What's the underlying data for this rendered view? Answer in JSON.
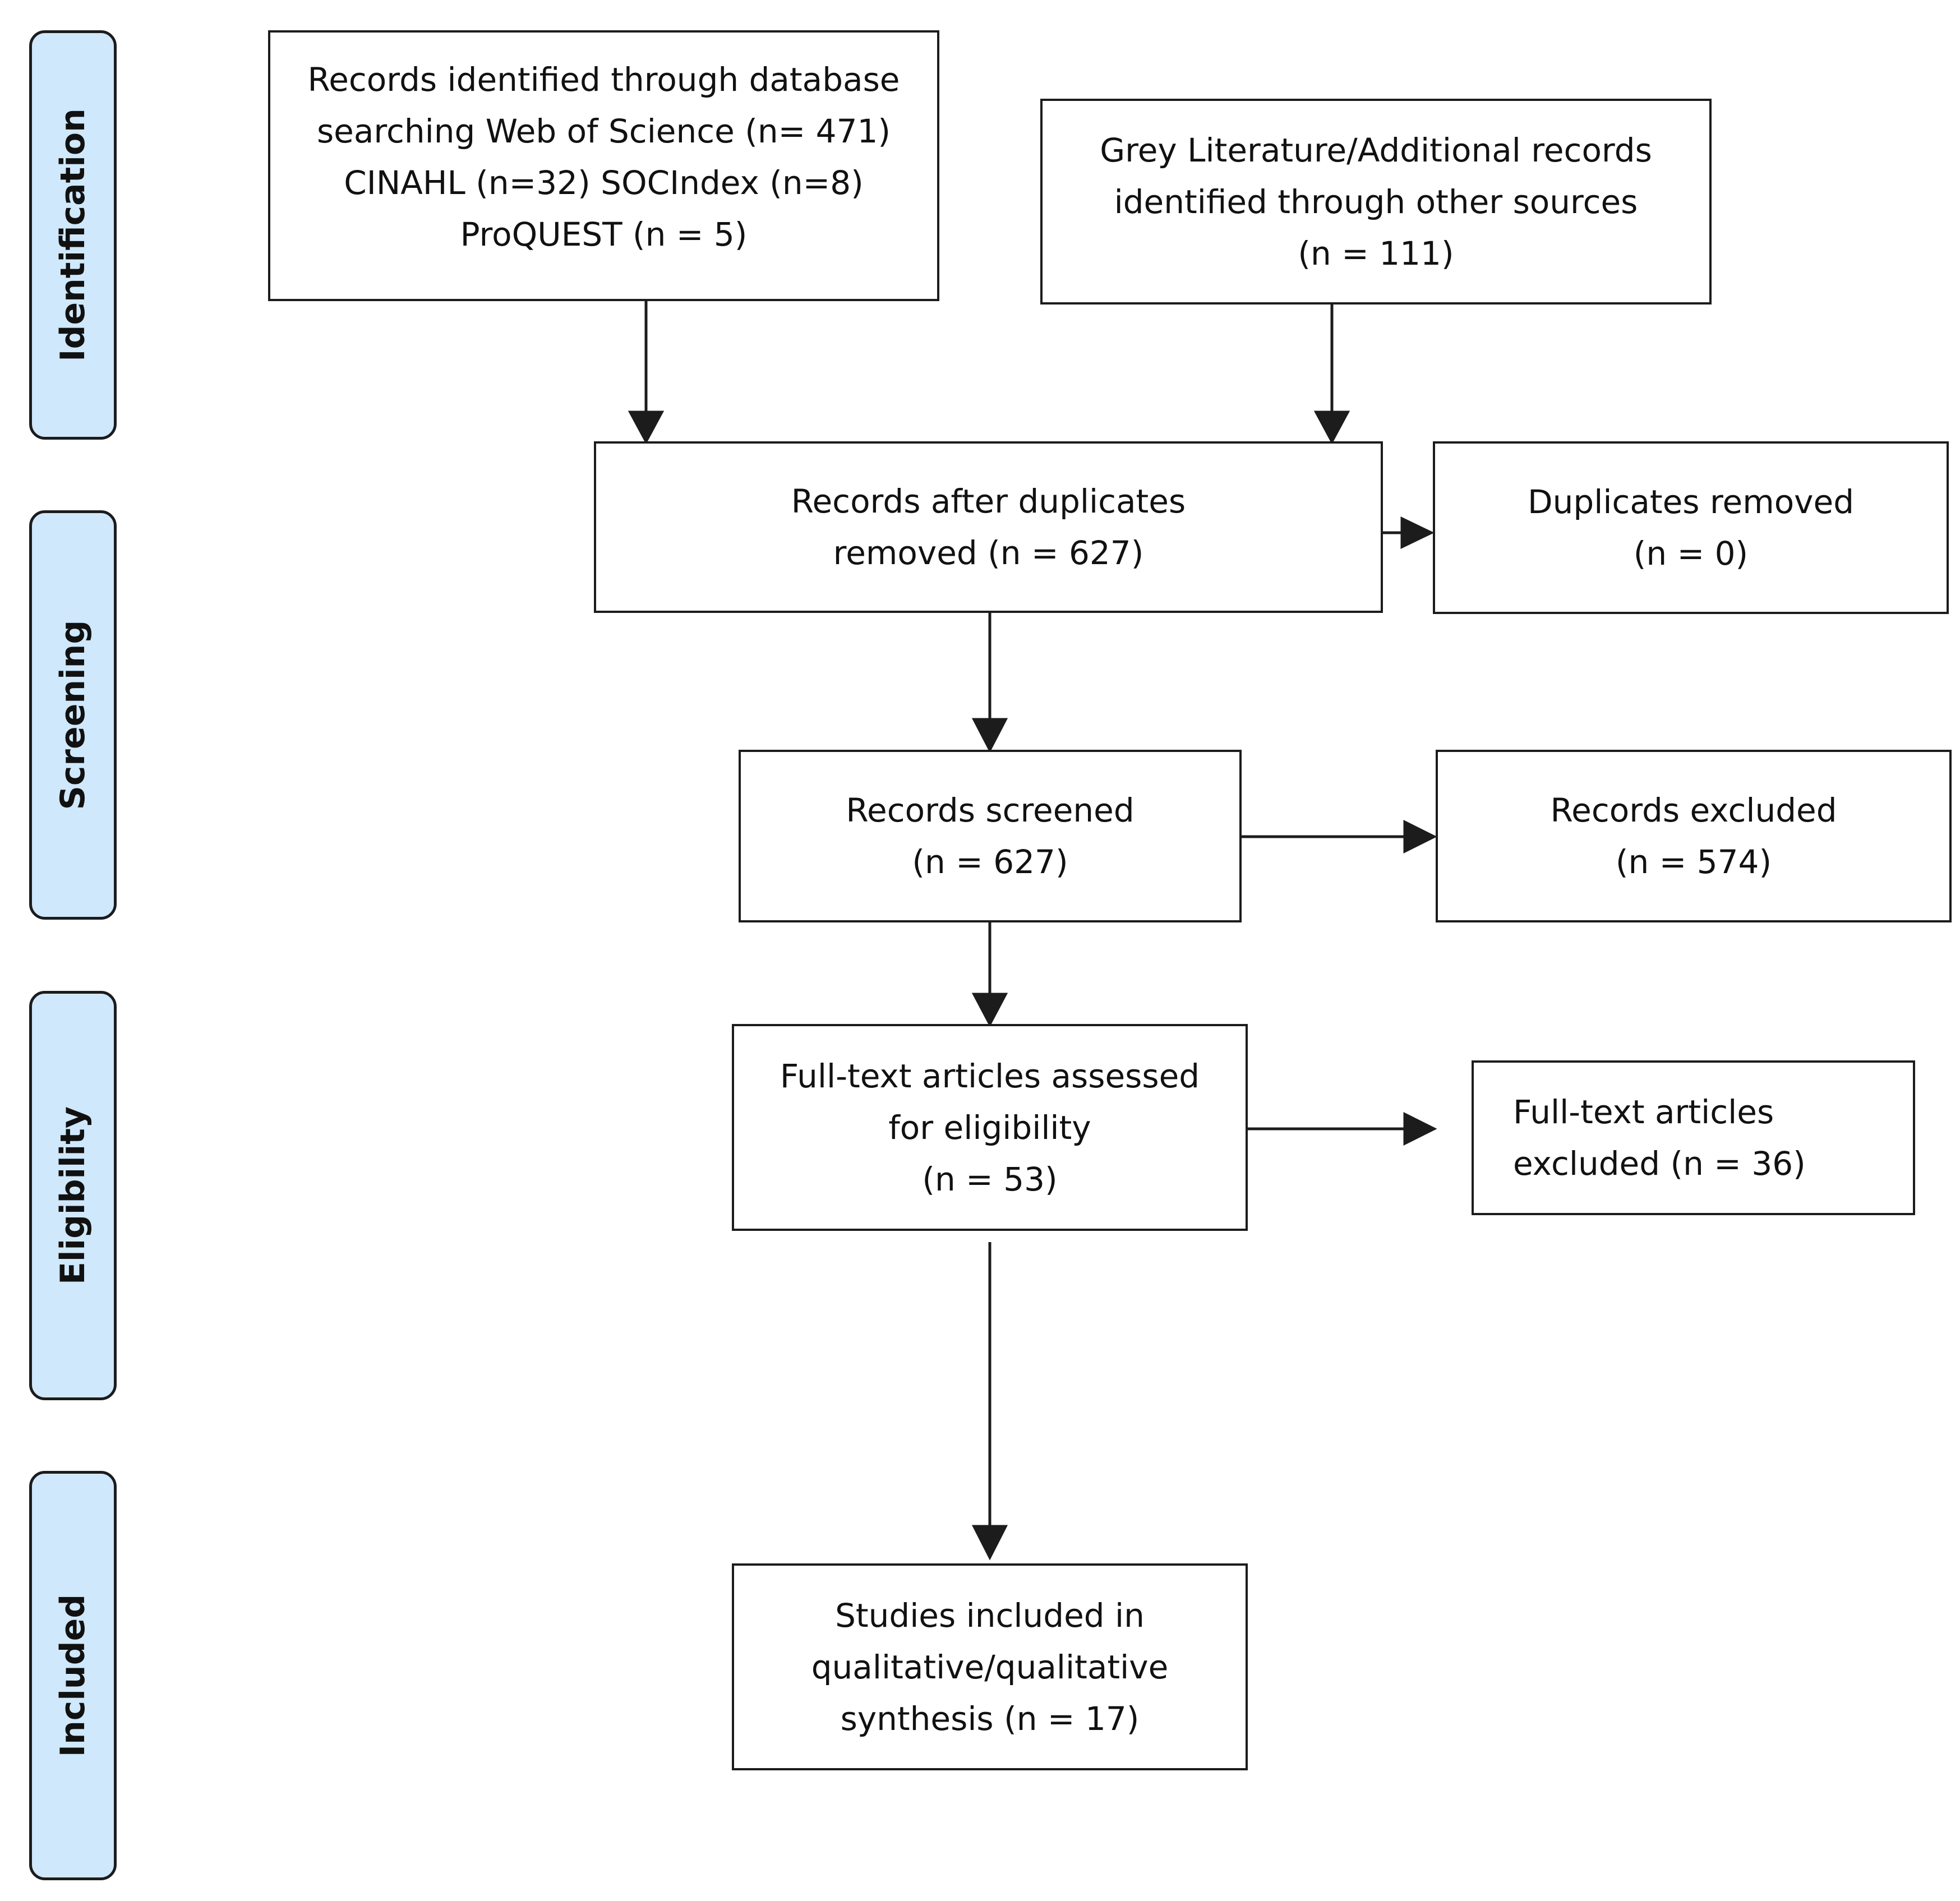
{
  "stages": {
    "identification": "Identification",
    "screening": "Screening",
    "eligibility": "Eligibility",
    "included": "Included"
  },
  "boxes": {
    "database_records": {
      "lines": [
        "Records identified through database",
        "searching Web of Science (n= 471)",
        "CINAHL (n=32) SOCIndex (n=8)",
        "ProQUEST (n = 5)"
      ]
    },
    "other_sources": {
      "lines": [
        "Grey Literature/Additional records",
        "identified through other sources",
        "(n = 111)"
      ]
    },
    "after_duplicates": {
      "lines": [
        "Records after duplicates",
        "removed (n = 627)"
      ]
    },
    "duplicates_removed": {
      "lines": [
        "Duplicates removed",
        "(n = 0)"
      ]
    },
    "records_screened": {
      "lines": [
        "Records screened",
        "(n = 627)"
      ]
    },
    "records_excluded": {
      "lines": [
        "Records excluded",
        "(n = 574)"
      ]
    },
    "fulltext_assessed": {
      "lines": [
        "Full-text articles assessed",
        "for eligibility",
        "(n = 53)"
      ]
    },
    "fulltext_excluded": {
      "lines": [
        "Full-text articles",
        "excluded (n = 36)"
      ]
    },
    "studies_included": {
      "lines": [
        "Studies included in",
        "qualitative/qualitative",
        "synthesis (n = 17)"
      ]
    }
  }
}
